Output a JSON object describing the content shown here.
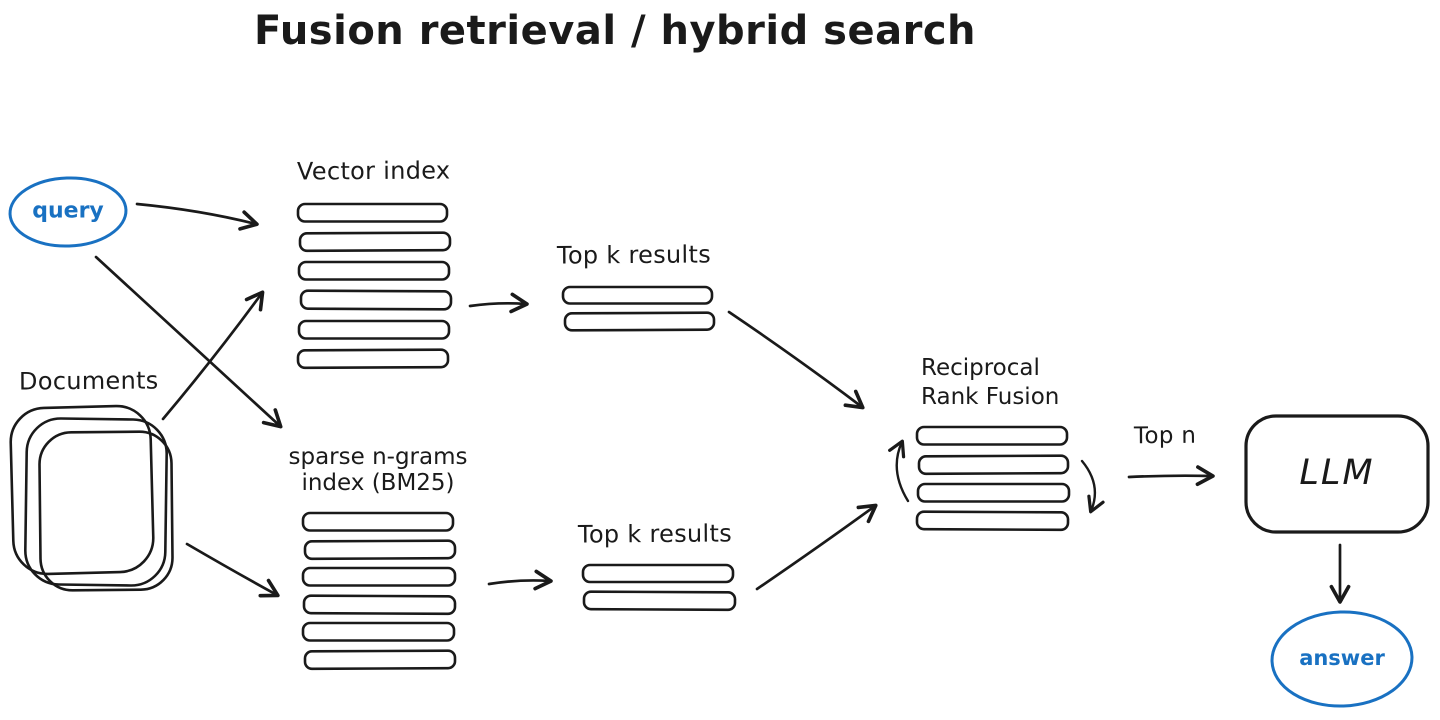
{
  "title": "Fusion retrieval / hybrid search",
  "colors": {
    "ink": "#1a1a1a",
    "accent_blue": "#1971c2",
    "background": "#ffffff"
  },
  "nodes": {
    "query": {
      "label": "query",
      "shape": "ellipse",
      "color": "#1971c2"
    },
    "documents": {
      "label": "Documents",
      "shape": "stacked-rounded-squares"
    },
    "vector_index": {
      "label": "Vector index",
      "bars": 6
    },
    "sparse_index": {
      "label_line1": "sparse n-grams",
      "label_line2": "index (BM25)",
      "bars": 6
    },
    "top_k_vector": {
      "label": "Top k results",
      "bars": 2
    },
    "top_k_sparse": {
      "label": "Top k results",
      "bars": 2
    },
    "rrf": {
      "label_line1": "Reciprocal",
      "label_line2": "Rank Fusion",
      "bars": 4
    },
    "llm": {
      "label": "LLM"
    },
    "answer": {
      "label": "answer",
      "shape": "ellipse",
      "color": "#1971c2"
    }
  },
  "edges": {
    "top_n_label": "Top n"
  }
}
